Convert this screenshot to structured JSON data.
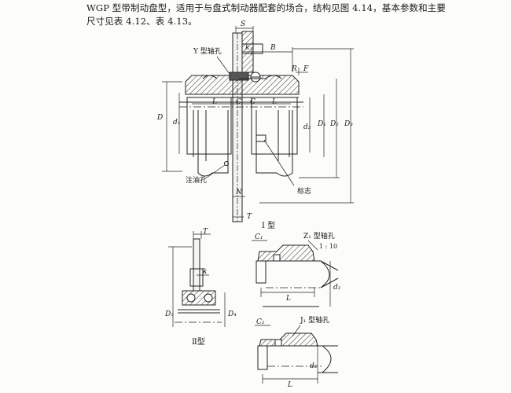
{
  "intro": {
    "line1": "WGP 型带制动盘型，适用于与盘式制动器配套的场合，结构见图 4.14，基本参数和主要",
    "line2": "尺寸见表 4.12、表 4.13。"
  },
  "figure_type1": {
    "caption": "I 型",
    "labels": {
      "S": "S",
      "k": "k",
      "B": "B",
      "R": "R",
      "F": "F",
      "Y_hole": "Y 型轴孔",
      "L_left": "L",
      "C_left": "C",
      "C_right": "C",
      "L_right": "L",
      "D": "D",
      "d1": "d₁",
      "d2": "d₂",
      "D1": "D₁",
      "D2": "D₂",
      "D3": "D₃",
      "oil_hole": "注油孔",
      "N": "N",
      "mark": "标志",
      "T": "T"
    }
  },
  "figure_type2": {
    "caption": "Ⅱ型",
    "labels": {
      "T": "T",
      "k": "k",
      "D5": "D₅",
      "D4": "D₄"
    }
  },
  "detail_z1": {
    "labels": {
      "C1": "C₁",
      "hole": "Z₁ 型轴孔",
      "taper": "1 : 10",
      "L": "L",
      "d": "d₂"
    }
  },
  "detail_j1": {
    "labels": {
      "C2": "C₂",
      "hole": "J₁ 型轴孔",
      "L": "L",
      "d": "d₂"
    }
  }
}
